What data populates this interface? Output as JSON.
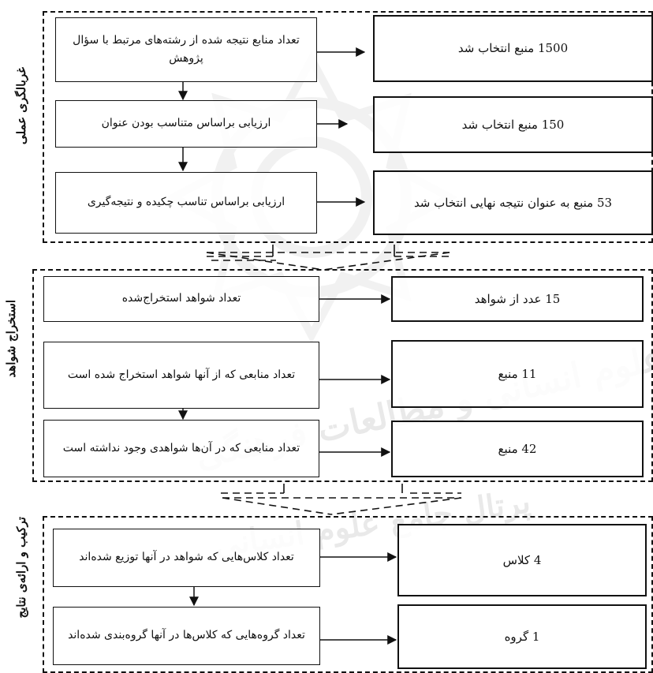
{
  "sections": {
    "screening": {
      "label": "غربالگری عملی",
      "steps": [
        "تعداد منابع نتیجه شده از رشته‌های مرتبط با سؤال پژوهش",
        "ارزیابی براساس متناسب بودن عنوان",
        "ارزیابی براساس تناسب چکیده و نتیجه‌گیری"
      ],
      "results": [
        "1500 منبع انتخاب شد",
        "150 منبع انتخاب شد",
        "53 منبع به عنوان نتیجه نهایی انتخاب شد"
      ]
    },
    "extraction": {
      "label": "استخراج شواهد",
      "steps": [
        "تعداد شواهد استخراج‌شده",
        "تعداد منابعی که از آنها شواهد استخراج شده است",
        "تعداد منابعی که در آن‌ها شواهدی وجود نداشته است"
      ],
      "results": [
        "15 عدد از شواهد",
        "11 منبع",
        "42 منبع"
      ]
    },
    "synthesis": {
      "label": "ترکیب و ارائه‌ی نتایج",
      "steps": [
        "تعداد کلاس‌هایی که شواهد در آنها توزیع شده‌اند",
        "تعداد گروه‌هایی که کلاس‌ها در آنها گروه‌بندی شده‌اند"
      ],
      "results": [
        "4 کلاس",
        "1 گروه"
      ]
    }
  },
  "watermark": {
    "line1": "پژوهشگاه علوم انسانی و مطالعات فرهنگی",
    "line2": "پرتال جامع علوم انسانی"
  }
}
